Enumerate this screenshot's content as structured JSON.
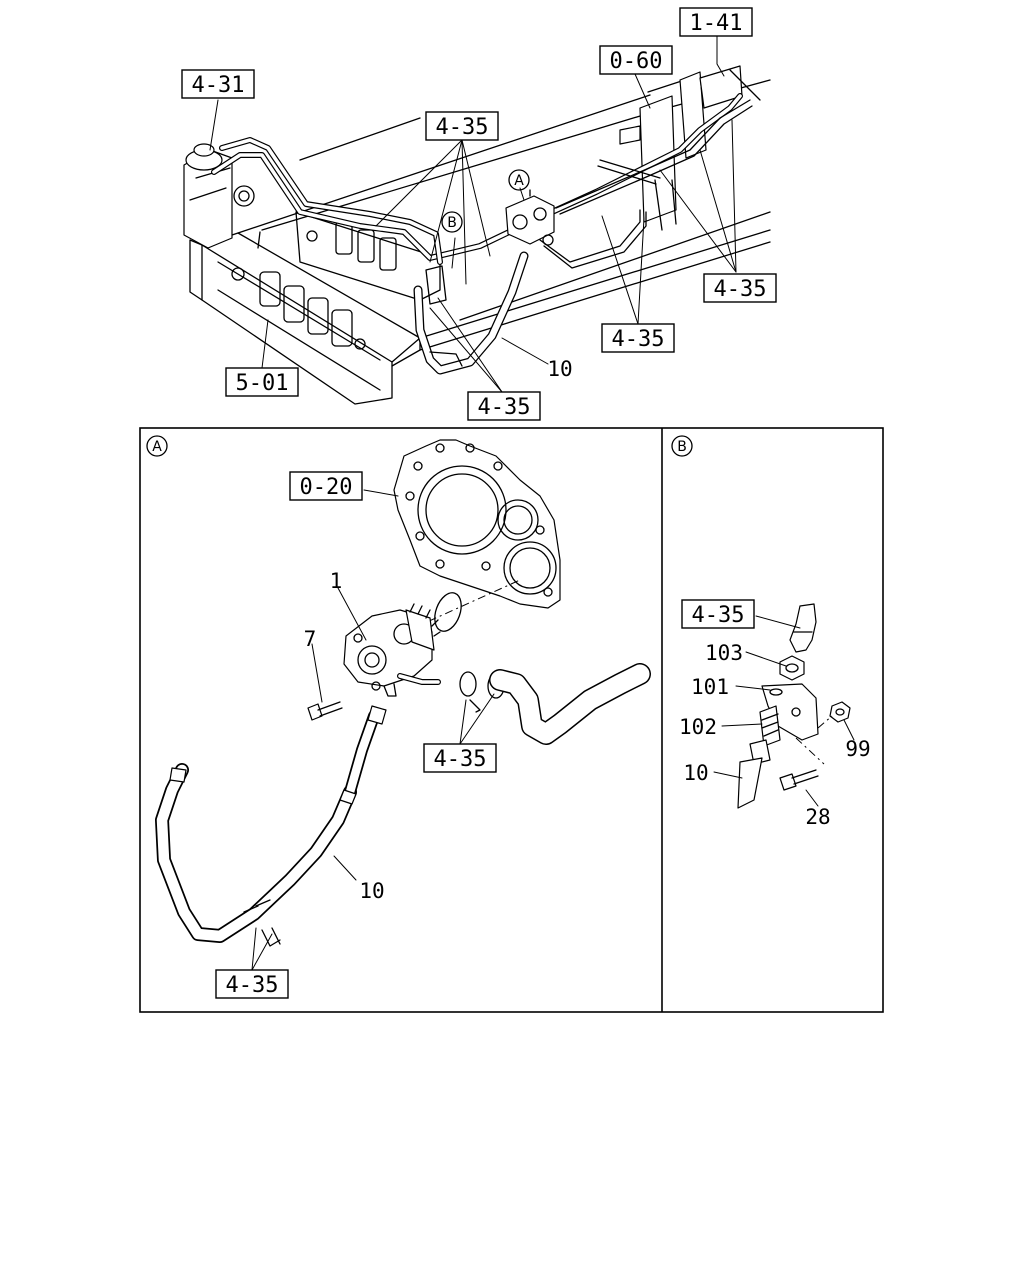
{
  "top_refs": {
    "r_1_41": "1-41",
    "r_0_60": "0-60",
    "r_4_31": "4-31",
    "r_4_35_top": "4-35",
    "r_4_35_right": "4-35",
    "r_4_35_center": "4-35",
    "r_5_01": "5-01",
    "r_4_35_bottom": "4-35",
    "hose_label": "10",
    "marker_a": "A",
    "marker_b": "B"
  },
  "panel_a": {
    "marker": "A",
    "r_0_20": "0-20",
    "r_4_35_upper": "4-35",
    "r_4_35_lower": "4-35",
    "part_1": "1",
    "part_7": "7",
    "part_10": "10"
  },
  "panel_b": {
    "marker": "B",
    "r_4_35": "4-35",
    "part_103": "103",
    "part_101": "101",
    "part_102": "102",
    "part_10": "10",
    "part_99": "99",
    "part_28": "28"
  }
}
